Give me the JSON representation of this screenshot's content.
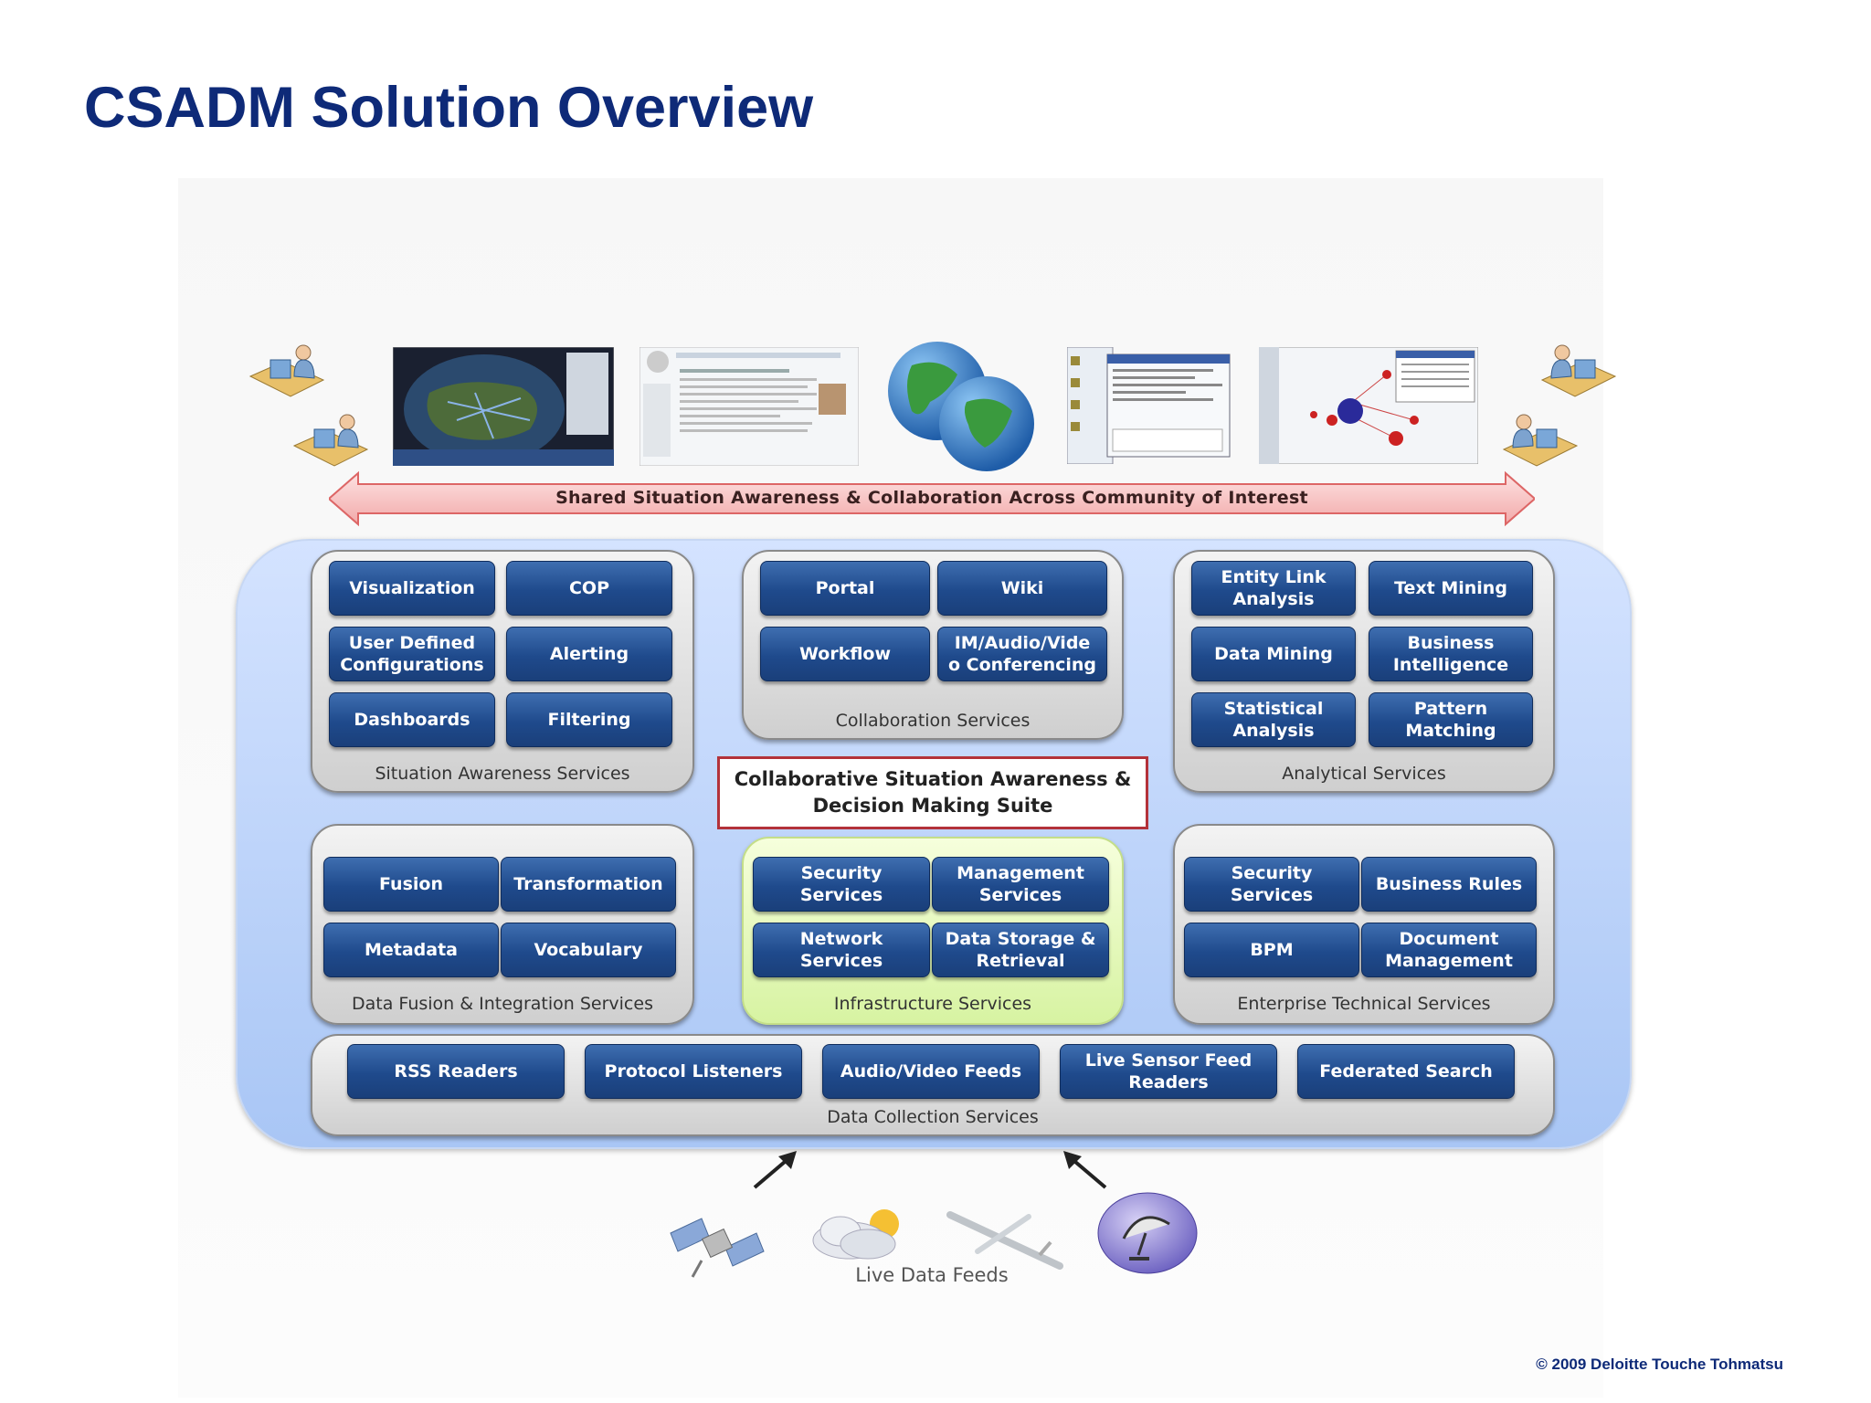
{
  "title": "CSADM Solution Overview",
  "copyright": "© 2009 Deloitte Touche Tohmatsu",
  "banner": "Shared Situation Awareness & Collaboration Across Community of Interest",
  "suite_name": "Collaborative Situation Awareness &\nDecision Making Suite",
  "groups": {
    "situation": {
      "label": "Situation Awareness Services",
      "items": [
        "Visualization",
        "COP",
        "User Defined\nConfigurations",
        "Alerting",
        "Dashboards",
        "Filtering"
      ]
    },
    "collaboration": {
      "label": "Collaboration Services",
      "items": [
        "Portal",
        "Wiki",
        "Workflow",
        "IM/Audio/Vide\no Conferencing"
      ]
    },
    "analytical": {
      "label": "Analytical Services",
      "items": [
        "Entity Link\nAnalysis",
        "Text Mining",
        "Data Mining",
        "Business\nIntelligence",
        "Statistical\nAnalysis",
        "Pattern\nMatching"
      ]
    },
    "fusion": {
      "label": "Data Fusion & Integration Services",
      "items": [
        "Fusion",
        "Transformation",
        "Metadata",
        "Vocabulary"
      ]
    },
    "infrastructure": {
      "label": "Infrastructure Services",
      "items": [
        "Security\nServices",
        "Management\nServices",
        "Network\nServices",
        "Data Storage &\nRetrieval"
      ]
    },
    "enterprise": {
      "label": "Enterprise Technical Services",
      "items": [
        "Security\nServices",
        "Business Rules",
        "BPM",
        "Document\nManagement"
      ]
    },
    "collection": {
      "label": "Data Collection Services",
      "items": [
        "RSS Readers",
        "Protocol Listeners",
        "Audio/Video Feeds",
        "Live Sensor Feed\nReaders",
        "Federated Search"
      ]
    }
  },
  "live_feeds_label": "Live Data Feeds",
  "icons": [
    "user-workstation-icon",
    "map-screenshot-icon",
    "wiki-screenshot-icon",
    "globe-icon",
    "chat-screenshot-icon",
    "link-analysis-screenshot-icon",
    "satellite-icon",
    "cloud-sun-icon",
    "aircraft-icon",
    "radar-dish-icon"
  ],
  "colors": {
    "title": "#0e2a78",
    "service_box": "#1f4a8c",
    "suite_bg": "#bcd3fa",
    "infra_bg": "#e3f7b5",
    "suite_border": "#b3323a"
  }
}
